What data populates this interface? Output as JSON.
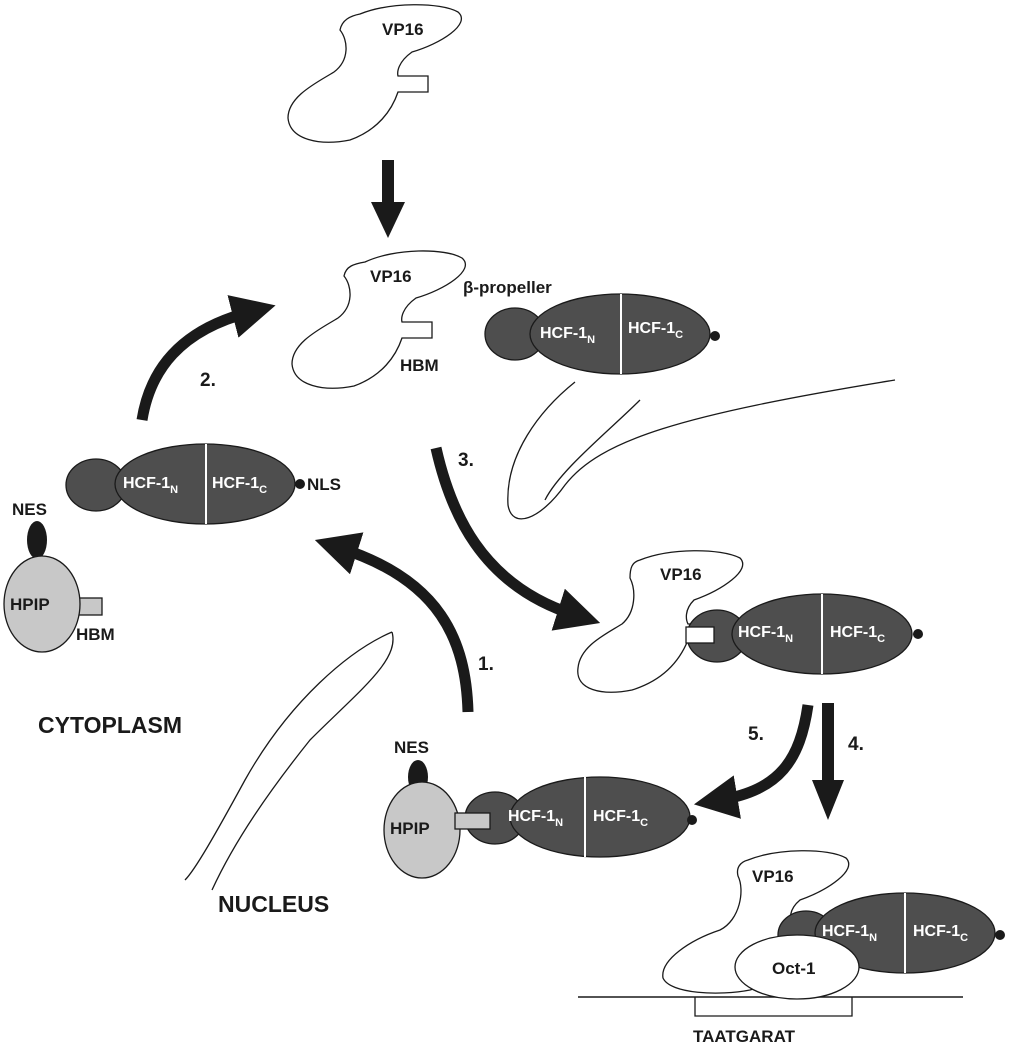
{
  "labels": {
    "vp16": "VP16",
    "beta_propeller": "β-propeller",
    "hbm": "HBM",
    "nes": "NES",
    "nls": "NLS",
    "hpip": "HPIP",
    "hcf_base": "HCF-1",
    "sub_n": "N",
    "sub_c": "C",
    "oct1": "Oct-1",
    "dna_motif": "TAATGARAT",
    "cytoplasm": "CYTOPLASM",
    "nucleus": "NUCLEUS"
  },
  "steps": {
    "s1": "1.",
    "s2": "2.",
    "s3": "3.",
    "s4": "4.",
    "s5": "5."
  },
  "colors": {
    "dark_fill": "#4e4e4e",
    "light_fill": "#c8c8c8",
    "line": "#1a1a1a"
  }
}
